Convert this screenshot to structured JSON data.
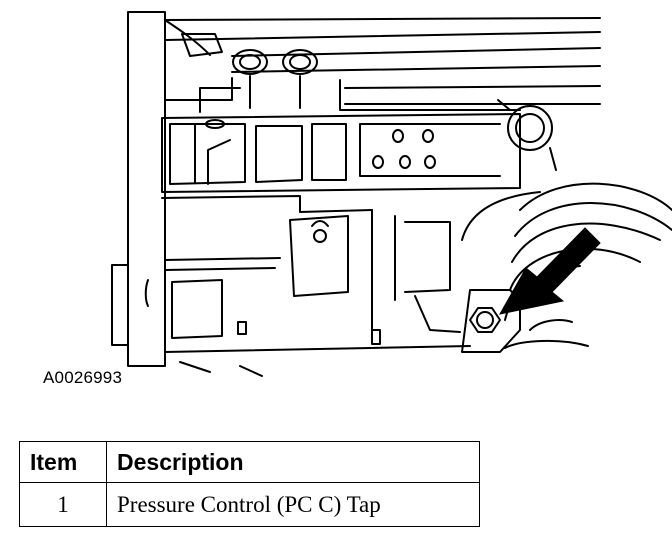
{
  "figure": {
    "id": "A0026993",
    "callout_count": 1
  },
  "legend": {
    "headers": {
      "item": "Item",
      "description": "Description"
    },
    "rows": [
      {
        "item": "1",
        "description": "Pressure Control (PC C) Tap"
      }
    ]
  },
  "colors": {
    "line": "#000000",
    "background": "#ffffff"
  },
  "icons": {
    "callout": "solid-arrow-icon",
    "fitting": "hex-plug-icon"
  }
}
